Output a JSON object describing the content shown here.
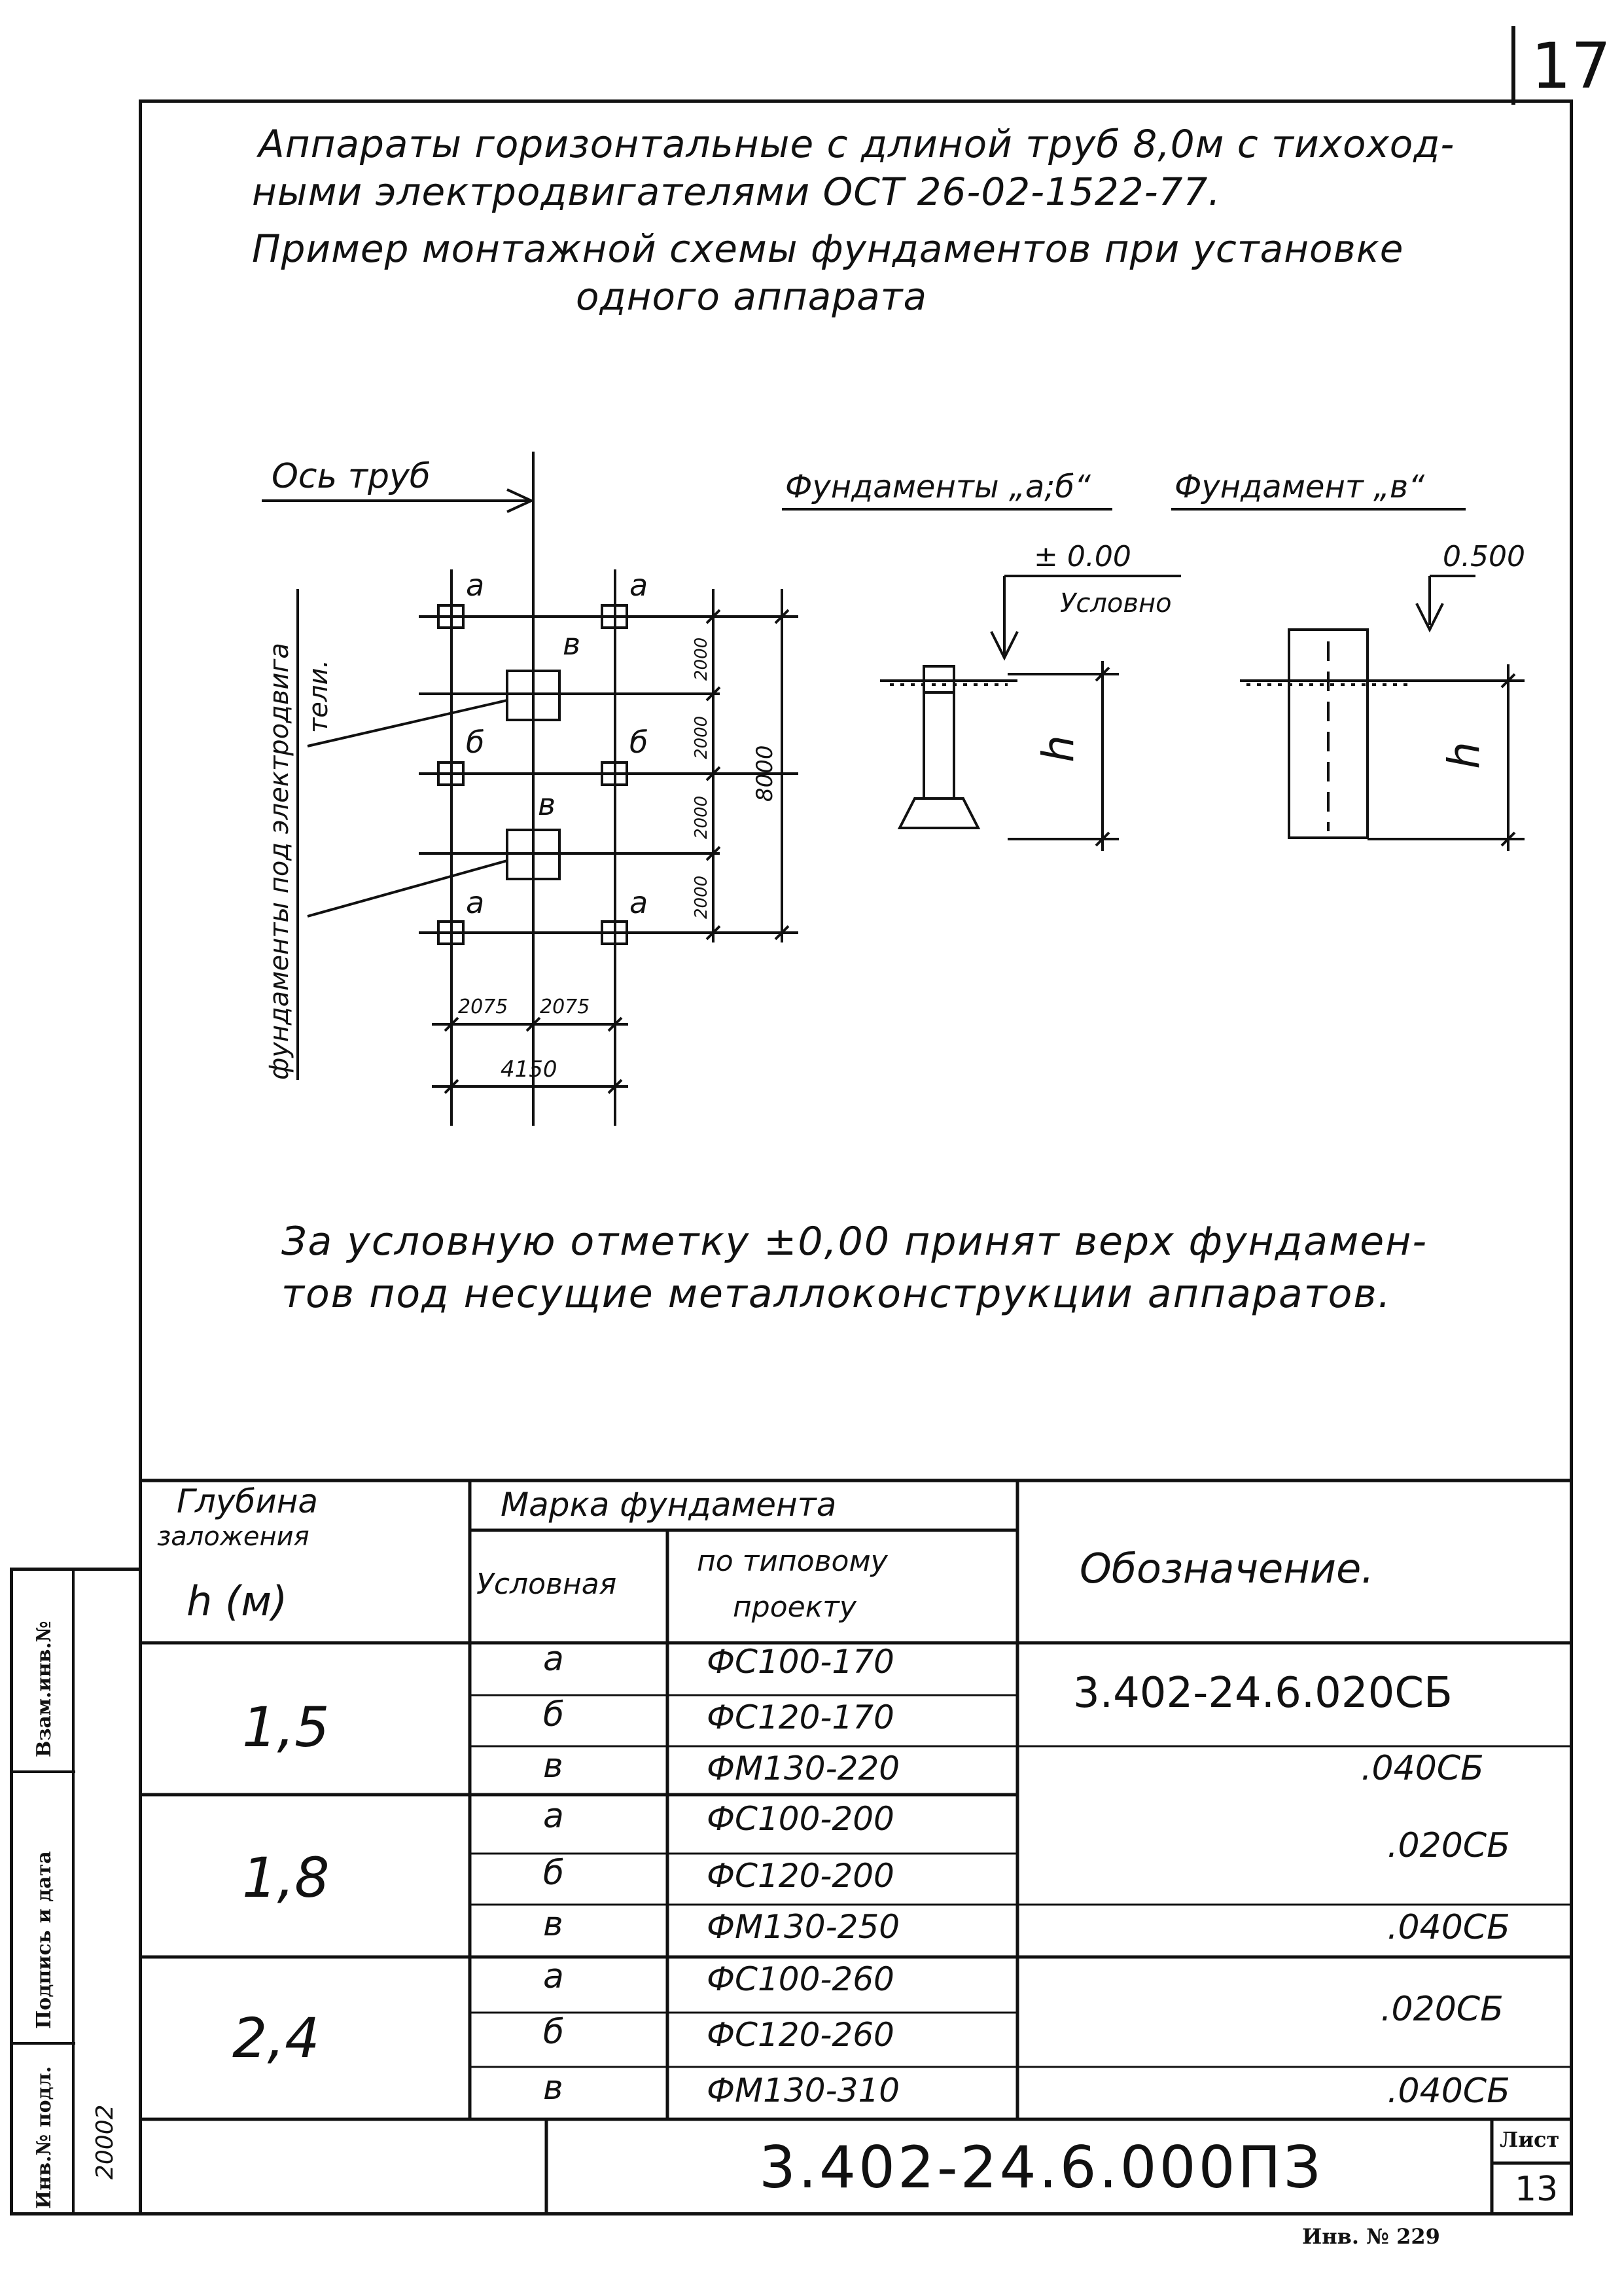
{
  "page_number": "17",
  "header": {
    "lines": [
      "Аппараты горизонтальные с длиной труб 8,0м с тихоход-",
      "ными электродвигателями ОСТ 26-02-1522-77.",
      "Пример монтажной схемы фундаментов при установке",
      "одного аппарата"
    ]
  },
  "plan": {
    "axis_label": "Ось труб",
    "side_label_1": "фундаменты под электродвига",
    "side_label_2": "тели.",
    "marks": {
      "a": "а",
      "b": "б",
      "v": "в"
    },
    "dims_vertical": [
      "2000",
      "2000",
      "2000",
      "2000"
    ],
    "dim_total_vertical": "8000",
    "dims_horizontal": [
      "2075",
      "2075"
    ],
    "dim_total_horizontal": "4150"
  },
  "section_ab": {
    "title": "Фундаменты „а;б“",
    "level": "± 0.00",
    "level_note": "Условно",
    "h": "h"
  },
  "section_v": {
    "title": "Фундамент „в“",
    "level": "0.500",
    "h": "h"
  },
  "note": {
    "lines": [
      "За условную отметку ±0,00 принят верх фундамен-",
      "тов под несущие металлоконструкции аппаратов."
    ]
  },
  "table": {
    "col_depth_1": "Глубина",
    "col_depth_2": "заложения",
    "col_depth_3": "h (м)",
    "col_mark": "Марка фундамента",
    "col_cond": "Условная",
    "col_typical_1": "по типовому",
    "col_typical_2": "проекту",
    "col_designation": "Обозначение.",
    "groups": [
      {
        "depth": "1,5",
        "rows": [
          {
            "cond": "а",
            "typical": "ФС100-170"
          },
          {
            "cond": "б",
            "typical": "ФС120-170"
          },
          {
            "cond": "в",
            "typical": "ФМ130-220"
          }
        ],
        "designation_1": "3.402-24.6.020СБ",
        "designation_2": ".040СБ"
      },
      {
        "depth": "1,8",
        "rows": [
          {
            "cond": "а",
            "typical": "ФС100-200"
          },
          {
            "cond": "б",
            "typical": "ФС120-200"
          },
          {
            "cond": "в",
            "typical": "ФМ130-250"
          }
        ],
        "designation_1": ".020СБ",
        "designation_2": ".040СБ"
      },
      {
        "depth": "2,4",
        "rows": [
          {
            "cond": "а",
            "typical": "ФС100-260"
          },
          {
            "cond": "б",
            "typical": "ФС120-260"
          },
          {
            "cond": "в",
            "typical": "ФМ130-310"
          }
        ],
        "designation_1": ".020СБ",
        "designation_2": ".040СБ"
      }
    ]
  },
  "stamp": {
    "code": "3.402-24.6.000ПЗ",
    "sheet_label": "Лист",
    "sheet_number": "13"
  },
  "side_stamp": {
    "inv_orig": "Инв.№ подл.",
    "inv_orig_value": "20002",
    "sign_date": "Подпись и дата",
    "replace_inv": "Взам.инв.№"
  },
  "footer": {
    "inv": "Инв. № 229"
  }
}
